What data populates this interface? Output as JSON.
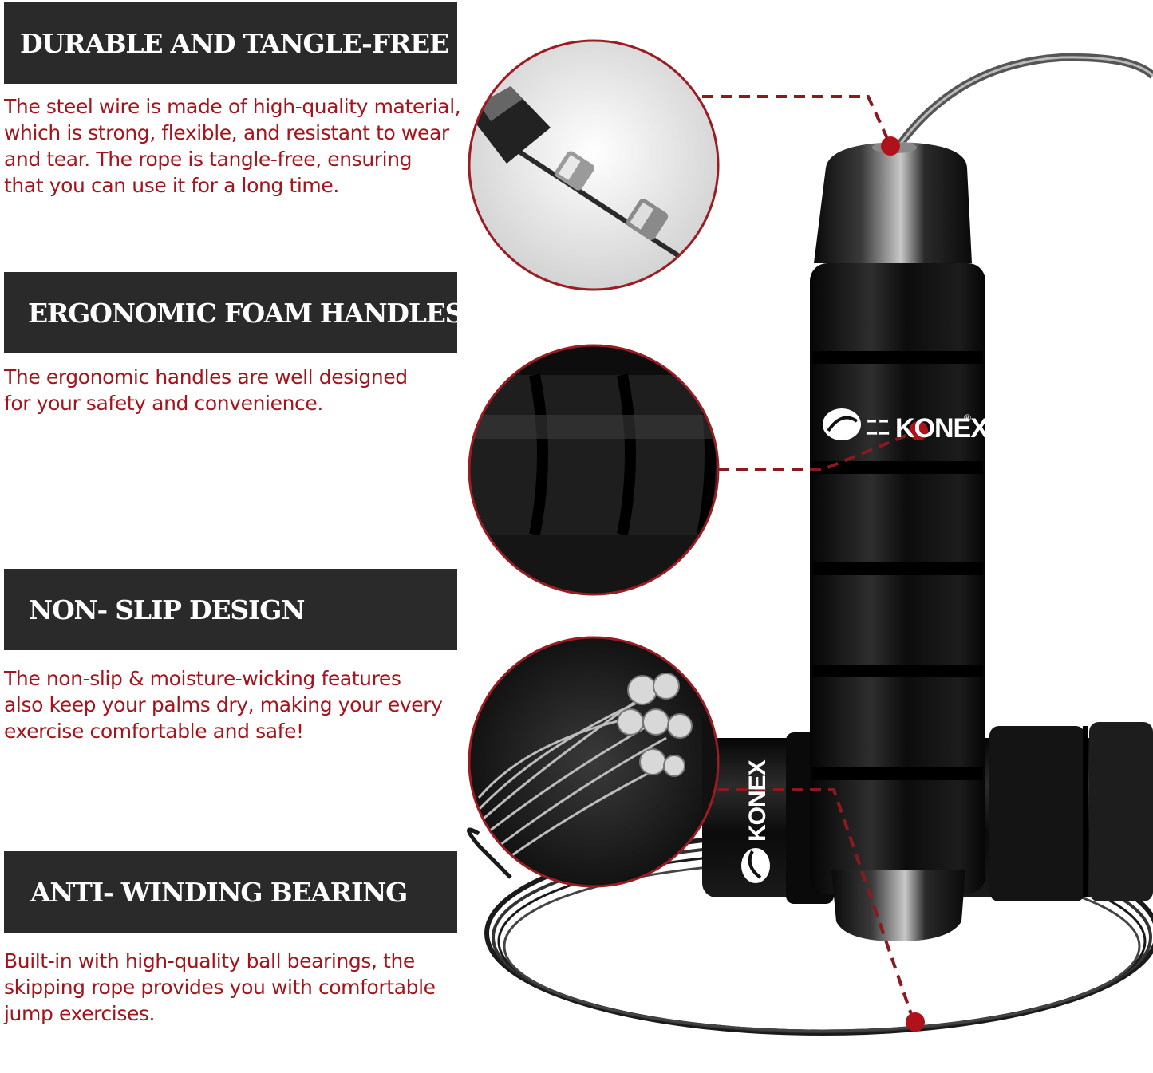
{
  "features": [
    {
      "title": "DURABLE AND TANGLE-FREE",
      "lines": [
        "The steel wire is made of high-quality material,",
        "which is strong, flexible, and resistant to wear",
        "and tear. The rope is tangle-free, ensuring",
        "that you can use it for a long time."
      ]
    },
    {
      "title": "ERGONOMIC FOAM HANDLES",
      "lines": [
        "The ergonomic handles are well designed",
        "for your safety and convenience."
      ]
    },
    {
      "title": "NON- SLIP DESIGN",
      "lines": [
        "The non-slip & moisture-wicking features",
        "also keep your palms dry, making your every",
        "exercise comfortable and safe!"
      ]
    },
    {
      "title": "ANTI- WINDING BEARING",
      "lines": [
        "Built-in with high-quality ball bearings, the",
        "skipping rope provides you with comfortable",
        "jump exercises."
      ]
    }
  ],
  "brand": {
    "name_vertical_handle": "KONEX",
    "name_horizontal_handle": "KONEX",
    "registered_mark": "®"
  },
  "colors": {
    "accent": "#a3141c",
    "banner": "#2a2a2a",
    "handle": "#111111"
  }
}
